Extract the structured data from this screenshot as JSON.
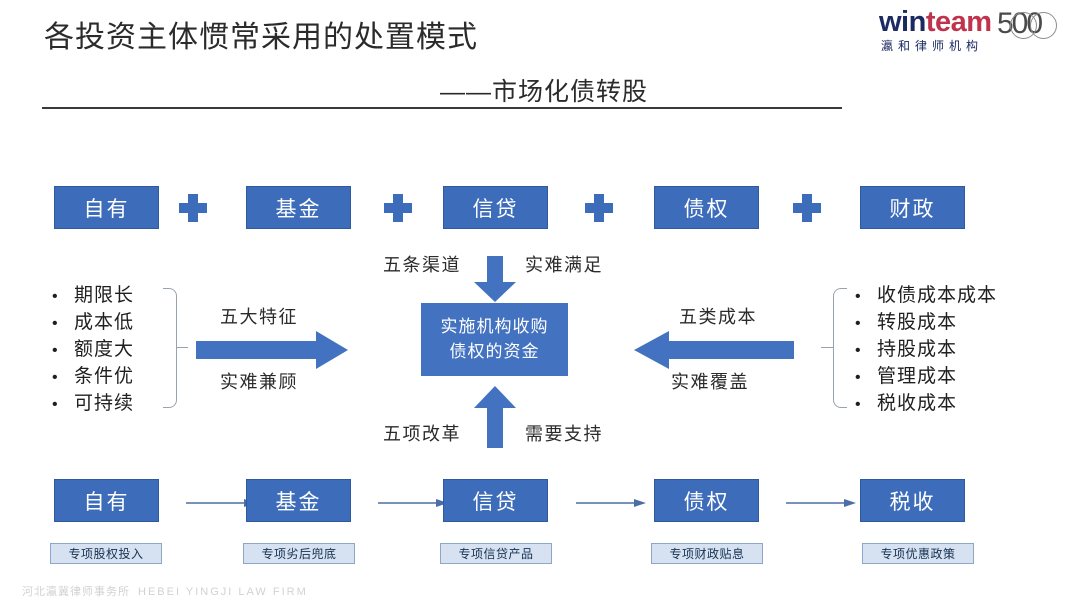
{
  "header": {
    "title": "各投资主体惯常采用的处置模式",
    "subtitle": "——市场化债转股"
  },
  "logo": {
    "word_win": "win",
    "word_team": "team",
    "word_500": "500",
    "chinese": "瀛和律师机构",
    "color_win": "#1b2a63",
    "color_team": "#c0334d"
  },
  "colors": {
    "box_blue": "#3c6cba",
    "center_blue": "#4272c0",
    "arrow_blue": "#4272c0",
    "tag_fill": "#d6e2f2",
    "tag_border": "#8ea6c8"
  },
  "top_row": {
    "boxes": [
      {
        "label": "自有"
      },
      {
        "label": "基金"
      },
      {
        "label": "信贷"
      },
      {
        "label": "债权"
      },
      {
        "label": "财政"
      }
    ],
    "separator": "plus-icon"
  },
  "center": {
    "box_label": "实施机构收购债权的资金",
    "box_line1": "实施机构收购",
    "box_line2": "债权的资金",
    "down_label_left": "五条渠道",
    "down_label_right": "实难满足",
    "up_label_left": "五项改革",
    "up_label_right": "需要支持",
    "right_arrow_top": "五大特征",
    "right_arrow_bottom": "实难兼顾",
    "left_arrow_top": "五类成本",
    "left_arrow_bottom": "实难覆盖"
  },
  "left_list": {
    "items": [
      "期限长",
      "成本低",
      "额度大",
      "条件优",
      "可持续"
    ]
  },
  "right_list": {
    "items": [
      "收债成本成本",
      "转股成本",
      "持股成本",
      "管理成本",
      "税收成本"
    ]
  },
  "bottom_row": {
    "boxes": [
      {
        "label": "自有",
        "tag": "专项股权投入"
      },
      {
        "label": "基金",
        "tag": "专项劣后兜底"
      },
      {
        "label": "信贷",
        "tag": "专项信贷产品"
      },
      {
        "label": "债权",
        "tag": "专项财政贴息"
      },
      {
        "label": "税收",
        "tag": "专项优惠政策"
      }
    ]
  },
  "footer": {
    "chinese": "河北瀛冀律师事务所",
    "english": "HEBEI  YINGJI  LAW  FIRM"
  }
}
